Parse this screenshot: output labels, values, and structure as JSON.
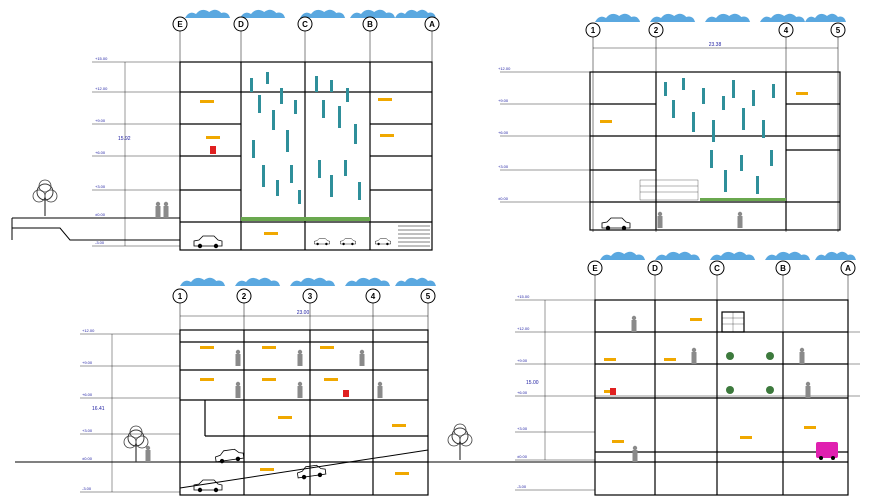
{
  "drawing": {
    "type": "architectural-sections",
    "colors": {
      "line": "#000000",
      "sky": "#5aa8e0",
      "tree": "#3a3a3a",
      "accent": "#f0a800",
      "glass": "#2f8f9a",
      "blue_text": "#1a1aa0",
      "car_pink": "#e020b0",
      "red": "#e02020"
    },
    "views": [
      {
        "id": "section-top-left",
        "axes": [
          "E",
          "D",
          "C",
          "B",
          "A"
        ],
        "overall_height": "15.92",
        "levels": [
          "+15.00",
          "+12.00",
          "+9.00",
          "+6.00",
          "+3.00",
          "±0.00",
          "-3.00"
        ]
      },
      {
        "id": "section-top-right",
        "axes": [
          "1",
          "2",
          "4",
          "5"
        ],
        "overall_width": "23.38",
        "levels": [
          "+12.00",
          "+9.00",
          "+6.00",
          "+3.00",
          "±0.00"
        ]
      },
      {
        "id": "section-bottom-left",
        "axes": [
          "1",
          "2",
          "3",
          "4",
          "5"
        ],
        "overall_width": "23.00",
        "overall_height": "16.41",
        "levels": [
          "+12.00",
          "+9.00",
          "+6.00",
          "+3.00",
          "±0.00",
          "-3.00"
        ]
      },
      {
        "id": "section-bottom-right",
        "axes": [
          "E",
          "D",
          "C",
          "B",
          "A"
        ],
        "overall_height": "15.00",
        "levels": [
          "+15.00",
          "+12.00",
          "+9.00",
          "+6.00",
          "+3.00",
          "±0.00",
          "-3.00"
        ]
      }
    ]
  }
}
